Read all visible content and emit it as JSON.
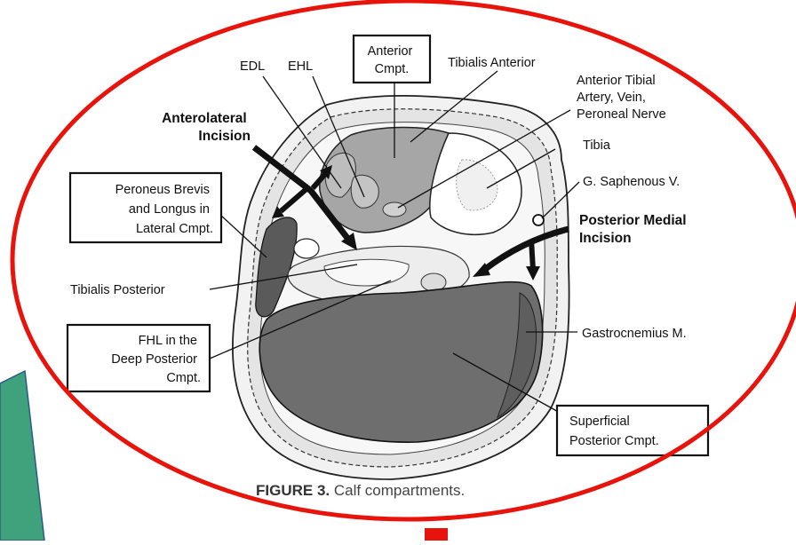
{
  "colors": {
    "ellipse": "#e8140c",
    "green_shape": "#3fa27c",
    "anterior_fill": "#a6a6a6",
    "posterior_fill": "#6e6e6e",
    "lateral_fill": "#5a5a5a"
  },
  "labels": {
    "edl": "EDL",
    "ehl": "EHL",
    "anterior_cmpt": [
      "Anterior",
      "Cmpt."
    ],
    "tibialis_anterior": "Tibialis Anterior",
    "anterior_tibial": [
      "Anterior Tibial",
      "Artery, Vein,",
      "Peroneal Nerve"
    ],
    "anterolateral_incision": [
      "Anterolateral",
      "Incision"
    ],
    "tibia": "Tibia",
    "peroneus": [
      "Peroneus Brevis",
      "and Longus in",
      "Lateral Cmpt."
    ],
    "saphenous": "G. Saphenous V.",
    "posterior_medial_incision": [
      "Posterior Medial",
      "Incision"
    ],
    "tibialis_posterior": "Tibialis Posterior",
    "fhl": [
      "FHL in the",
      "Deep Posterior",
      "Cmpt."
    ],
    "gastrocnemius": "Gastrocnemius M.",
    "superficial_posterior": [
      "Superficial",
      "Posterior Cmpt."
    ]
  },
  "caption": {
    "bold": "FIGURE 3.",
    "rest": " Calf compartments."
  }
}
